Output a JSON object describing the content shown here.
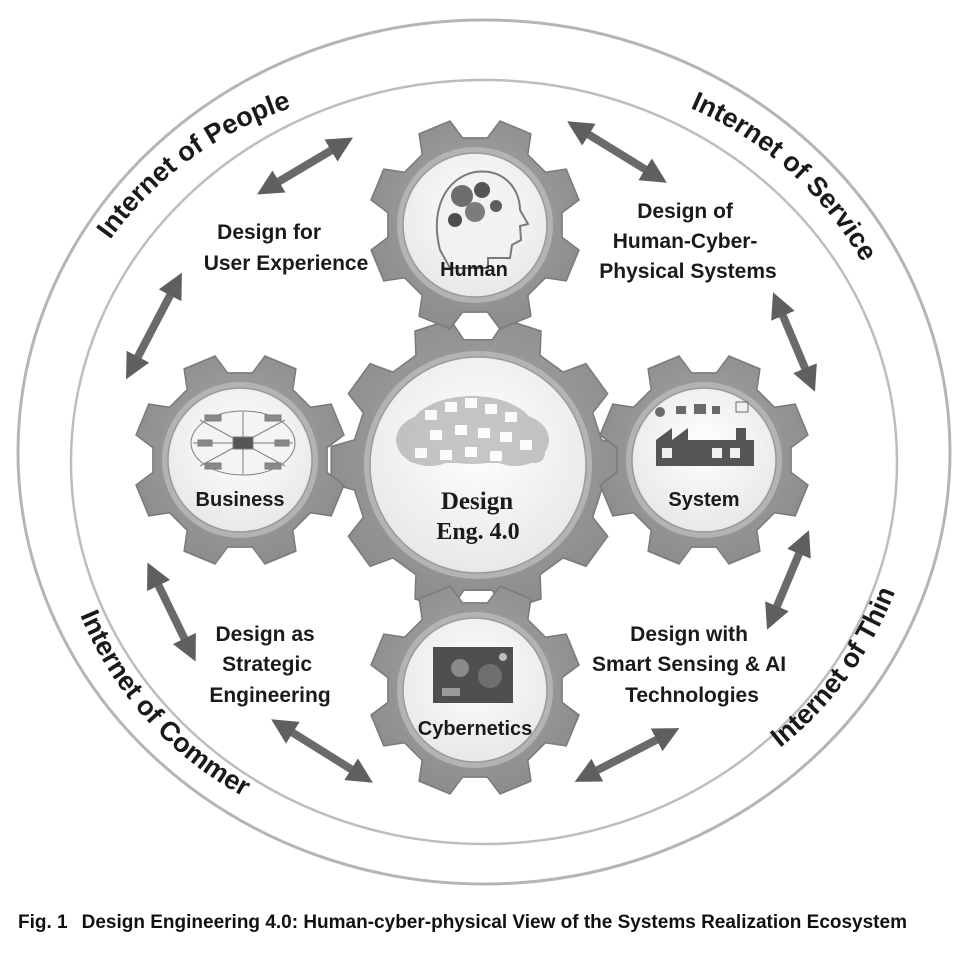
{
  "rings": {
    "people": "Internet of People",
    "services": "Internet of Services",
    "things": "Internet of Things",
    "commerce": "Internet of Commerce"
  },
  "center": {
    "line1": "Design",
    "line2": "Eng. 4.0"
  },
  "gears": {
    "human": "Human",
    "business": "Business",
    "system": "System",
    "cybernetics": "Cybernetics"
  },
  "designs": {
    "user_experience": [
      "Design for",
      "User Experience"
    ],
    "hcps": [
      "Design of",
      "Human-Cyber-",
      "Physical Systems"
    ],
    "strategic": [
      "Design as",
      "Strategic",
      "Engineering"
    ],
    "smart": [
      "Design with",
      "Smart Sensing & AI",
      "Technologies"
    ]
  },
  "caption": {
    "fig": "Fig. 1",
    "text": "Design Engineering 4.0: Human-cyber-physical View of the Systems Realization Ecosystem"
  }
}
